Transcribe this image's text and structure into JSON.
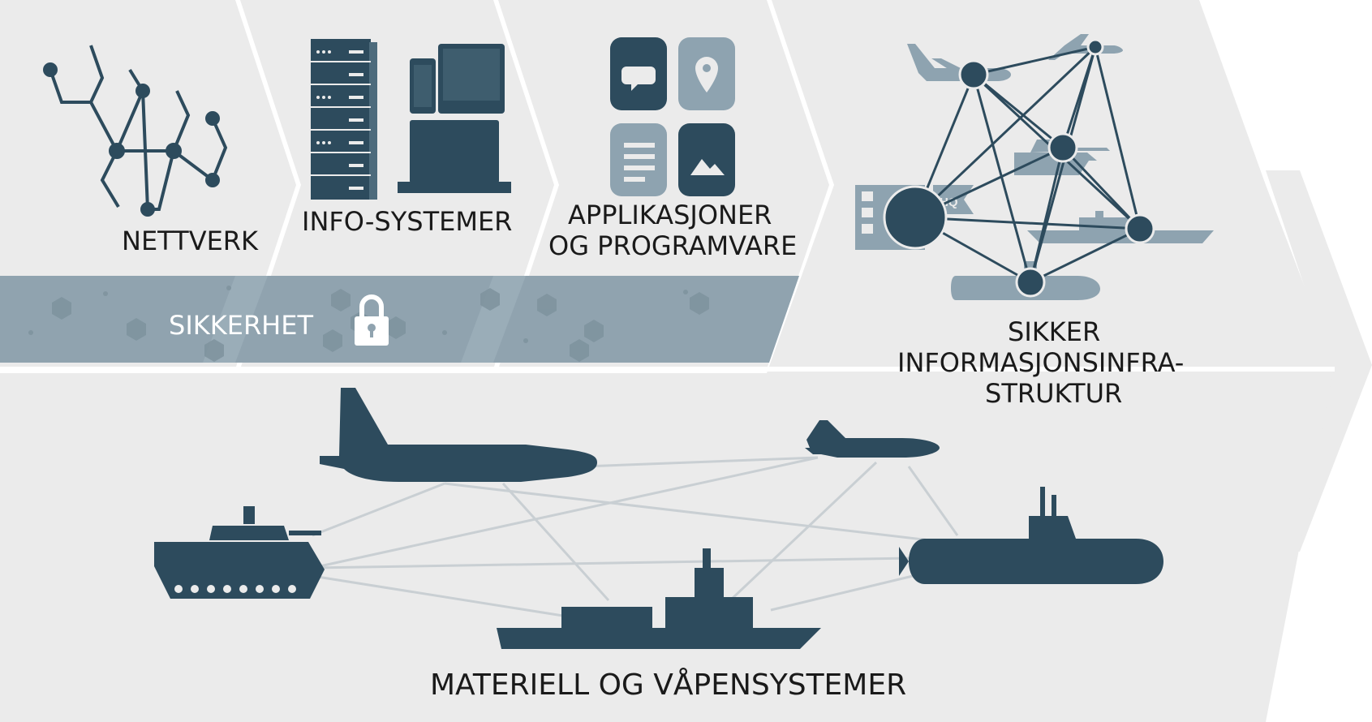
{
  "colors": {
    "panel": "#ebebeb",
    "icon_dark": "#2d4b5d",
    "icon_light": "#8ea3b0",
    "security_band": "#90a3af",
    "link_lines": "#c9cfd3"
  },
  "stages": [
    {
      "label": "NETTVERK",
      "icon": "network-molecule-icon"
    },
    {
      "label": "INFO-SYSTEMER",
      "icon": "server-devices-icon"
    },
    {
      "label_line1": "APPLIKASJONER",
      "label_line2": "OG PROGRAMVARE",
      "icon": "app-tiles-icon"
    },
    {
      "label_line1": "SIKKER",
      "label_line2": "INFORMASJONSINFRA-",
      "label_line3": "STRUKTUR",
      "icon": "connected-forces-icon",
      "hq_text": "HQ"
    }
  ],
  "security": {
    "label": "SIKKERHET",
    "icon": "padlock-icon"
  },
  "base": {
    "label": "MATERIELL OG VÅPENSYSTEMER"
  }
}
